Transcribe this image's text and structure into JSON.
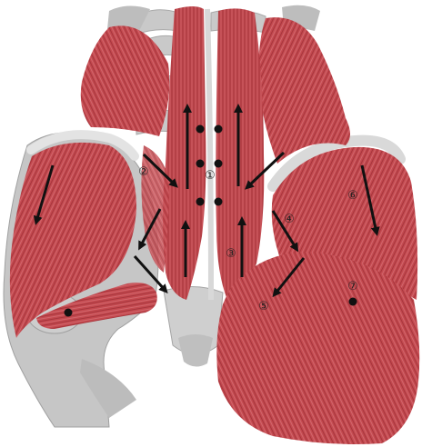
{
  "labels": [
    {
      "id": "1",
      "text": "①"
    },
    {
      "id": "2",
      "text": "②"
    },
    {
      "id": "3",
      "text": "③"
    },
    {
      "id": "4",
      "text": "④"
    },
    {
      "id": "5",
      "text": "⑤"
    },
    {
      "id": "6",
      "text": "⑥"
    },
    {
      "id": "7",
      "text": "⑦"
    }
  ],
  "colors": {
    "muscle": "#c0474d",
    "muscle_dark": "#9e2f36",
    "muscle_light": "#d9777b",
    "bone": "#c8c8c8",
    "bone_dark": "#9a9a9a",
    "arrow": "#111111"
  }
}
